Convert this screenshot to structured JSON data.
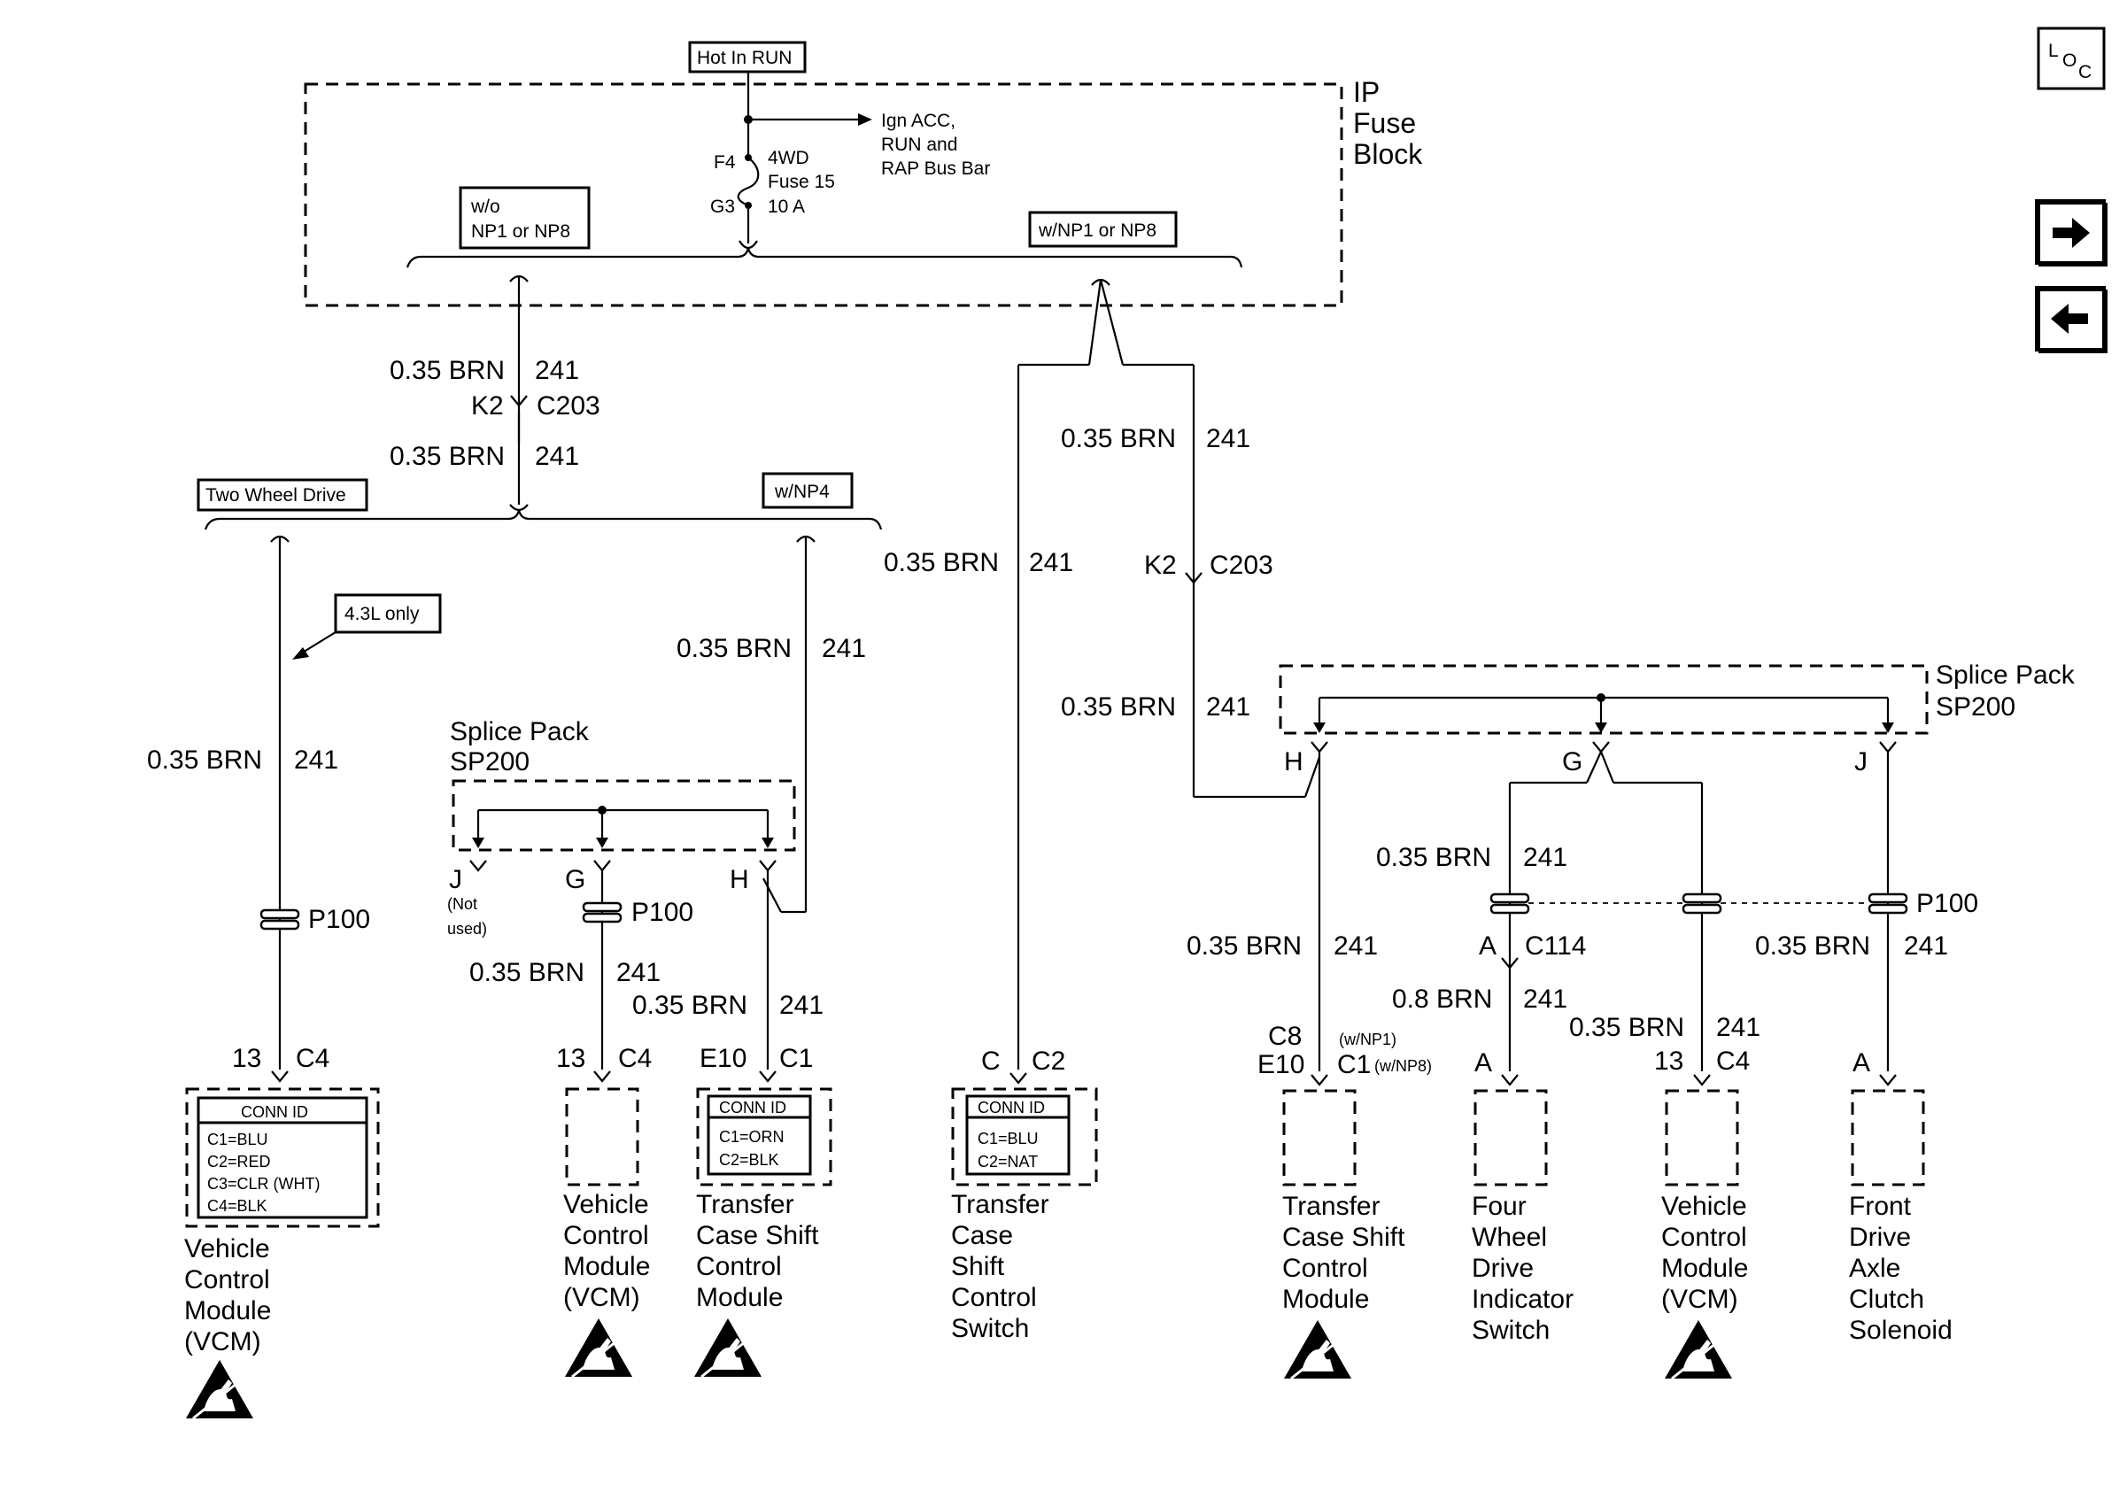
{
  "fuse": {
    "hot_label": "Hot In RUN",
    "block_name": "IP Fuse Block",
    "block_lines": [
      "IP",
      "Fuse",
      "Block"
    ],
    "ign_lines": [
      "Ign ACC,",
      "RUN and",
      "RAP Bus Bar"
    ],
    "fuse_lines": [
      "4WD",
      "Fuse 15",
      "10 A"
    ],
    "f4": "F4",
    "g3": "G3",
    "opt_wo": [
      "w/o",
      "NP1 or NP8"
    ],
    "opt_w": "w/NP1 or NP8"
  },
  "wire": {
    "label": "0.35 BRN",
    "circuit": "241",
    "alt_label": "0.8 BRN"
  },
  "connectors": {
    "c203": "C203",
    "k2": "K2",
    "c114": "C114",
    "a": "A",
    "p100": "P100",
    "c4": "C4",
    "c1": "C1",
    "c2": "C2",
    "c": "C",
    "c8": "C8",
    "e10": "E10",
    "thirteen": "13",
    "np1": "(w/NP1)",
    "np8": "(w/NP8)"
  },
  "options": {
    "two_wheel": "Two Wheel Drive",
    "np4": "w/NP4",
    "l43": "4.3L only"
  },
  "splice": {
    "title": "Splice Pack",
    "id": "SP200",
    "h": "H",
    "g": "G",
    "j": "J",
    "not_used": [
      "(Not",
      "used)"
    ]
  },
  "conn_id": {
    "title": "CONN ID",
    "vcm_list": [
      "C1=BLU",
      "C2=RED",
      "C3=CLR (WHT)",
      "C4=BLK"
    ],
    "tccm_list": [
      "C1=ORN",
      "C2=BLK"
    ],
    "switch_list": [
      "C1=BLU",
      "C2=NAT"
    ]
  },
  "components": {
    "vcm": [
      "Vehicle",
      "Control",
      "Module",
      "(VCM)"
    ],
    "tccm": [
      "Transfer",
      "Case Shift",
      "Control",
      "Module"
    ],
    "tcs_switch": [
      "Transfer",
      "Case",
      "Shift",
      "Control",
      "Switch"
    ],
    "fwd_switch": [
      "Four",
      "Wheel",
      "Drive",
      "Indicator",
      "Switch"
    ],
    "solenoid": [
      "Front",
      "Drive",
      "Axle",
      "Clutch",
      "Solenoid"
    ]
  },
  "nav": {
    "loc_icon": "LOC",
    "loc_l": "L",
    "loc_o": "O",
    "loc_c": "C",
    "next_icon": "right-arrow",
    "prev_icon": "left-arrow"
  },
  "esd_icon": "esd-sensitive-icon"
}
